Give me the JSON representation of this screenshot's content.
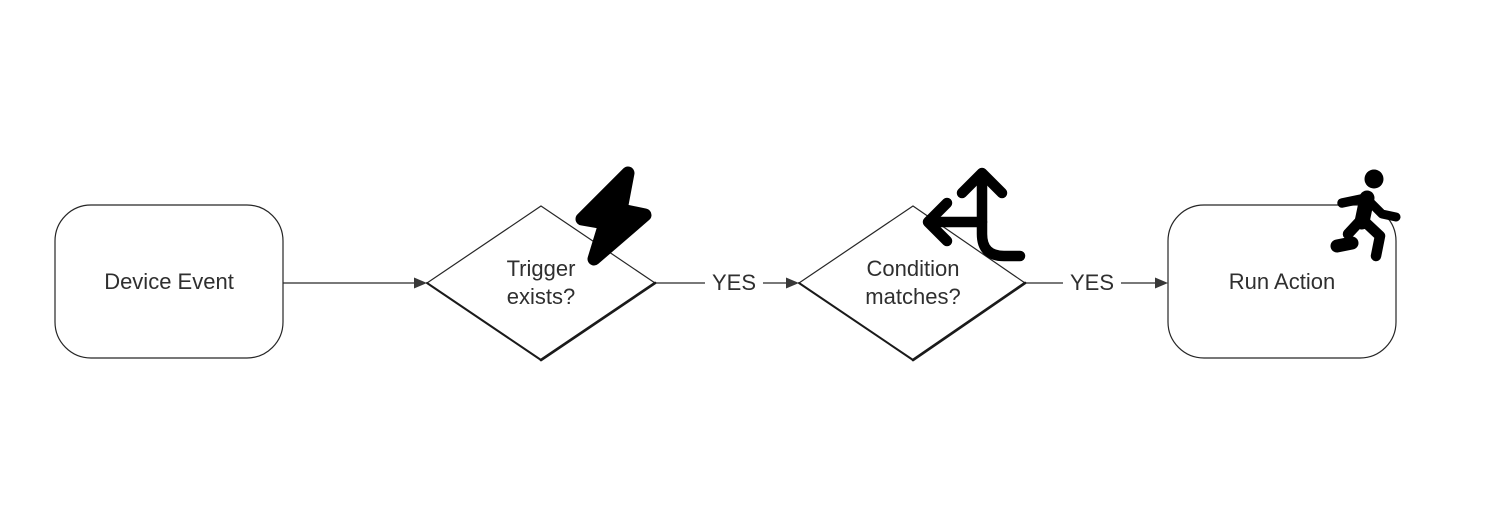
{
  "diagram": {
    "type": "flowchart",
    "direction": "left-to-right",
    "background_color": "#ffffff",
    "colors": {
      "shape_fill": "#ffffff",
      "shape_stroke": "#262626",
      "connector": "#4d4d4d",
      "text": "#2f2f2f",
      "icon": "#000000"
    },
    "nodes": [
      {
        "id": "device-event",
        "type": "rounded-rectangle",
        "label": "Device Event"
      },
      {
        "id": "trigger-exists",
        "type": "decision-diamond",
        "label": "Trigger exists?",
        "icon": "bolt-icon"
      },
      {
        "id": "condition-matches",
        "type": "decision-diamond",
        "label": "Condition matches?",
        "icon": "arrows-split-up-and-left-icon"
      },
      {
        "id": "run-action",
        "type": "rounded-rectangle",
        "label": "Run Action",
        "icon": "person-running-icon"
      }
    ],
    "edges": [
      {
        "from": "device-event",
        "to": "trigger-exists"
      },
      {
        "from": "trigger-exists",
        "to": "condition-matches",
        "label": "YES"
      },
      {
        "from": "condition-matches",
        "to": "run-action",
        "label": "YES"
      }
    ]
  }
}
